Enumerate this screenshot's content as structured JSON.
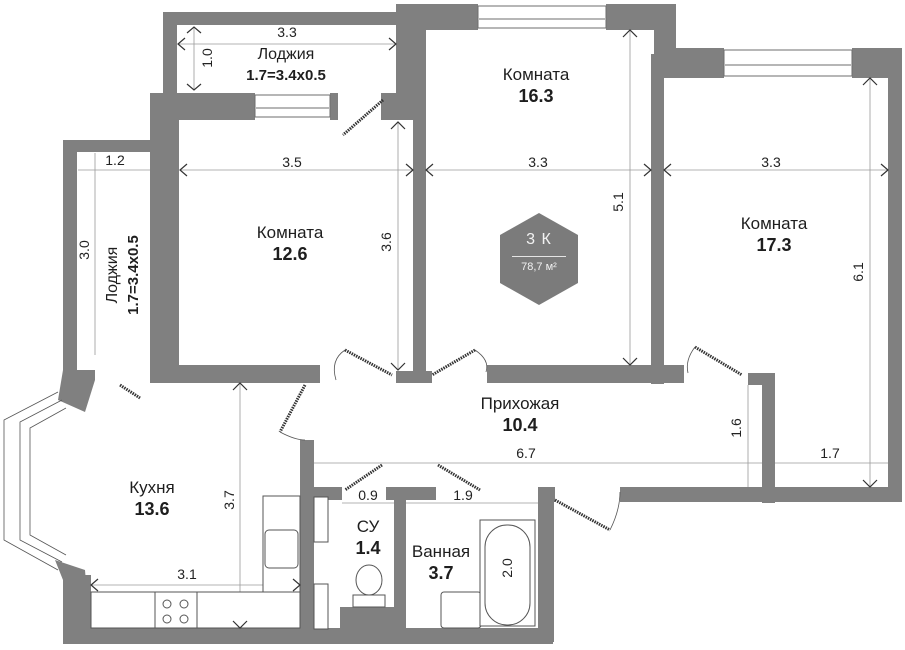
{
  "plan": {
    "wall_color": "#808080",
    "background": "#ffffff",
    "badge": {
      "type": "3 К",
      "area": "78,7 м²",
      "color": "#7b7b7b"
    },
    "rooms": [
      {
        "id": "loggia-top",
        "name": "Лоджия",
        "area": "1.7=3.4x0.5"
      },
      {
        "id": "loggia-left",
        "name": "Лоджия",
        "area": "1.7=3.4x0.5"
      },
      {
        "id": "room-12",
        "name": "Комната",
        "area": "12.6"
      },
      {
        "id": "room-16",
        "name": "Комната",
        "area": "16.3"
      },
      {
        "id": "room-17",
        "name": "Комната",
        "area": "17.3"
      },
      {
        "id": "hall",
        "name": "Прихожая",
        "area": "10.4"
      },
      {
        "id": "kitchen",
        "name": "Кухня",
        "area": "13.6"
      },
      {
        "id": "wc",
        "name": "СУ",
        "area": "1.4"
      },
      {
        "id": "bath",
        "name": "Ванная",
        "area": "3.7"
      }
    ],
    "dimensions": {
      "loggia_top_width": "3.3",
      "loggia_top_depth": "1.0",
      "loggia_left_width": "1.2",
      "loggia_left_length": "3.0",
      "room12_width": "3.5",
      "room12_length": "3.6",
      "room16_width": "3.3",
      "room16_length": "5.1",
      "room17_width": "3.3",
      "room17_length": "6.1",
      "hall_length": "6.7",
      "hall_niche_depth": "1.6",
      "hall_niche_width": "1.7",
      "kitchen_width": "3.1",
      "kitchen_length": "3.7",
      "wc_width": "0.9",
      "bath_width": "1.9",
      "bathtub_length": "2.0"
    }
  }
}
